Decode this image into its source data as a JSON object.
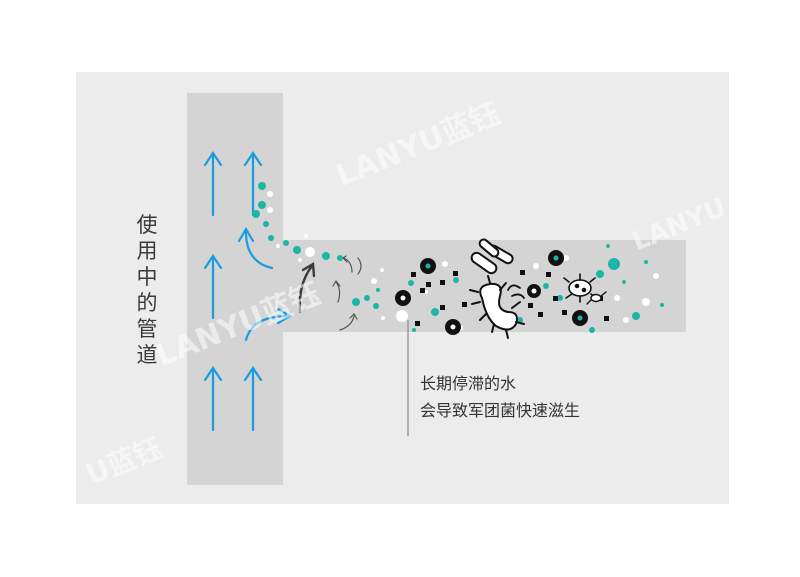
{
  "diagram": {
    "pipe_label": "使用中的管道",
    "caption_lines": [
      "长期停滞的水",
      "会导致军团菌快速滋生"
    ]
  },
  "watermark": {
    "brand": "LANYU蓝钰"
  },
  "colors": {
    "panel": "#ececec",
    "pipe": "#d4d4d4",
    "flow_arrow": "#1a9ce0",
    "particle_teal": "#1cb6a8",
    "bacteria": "#1a1a1a",
    "text": "#333333"
  }
}
